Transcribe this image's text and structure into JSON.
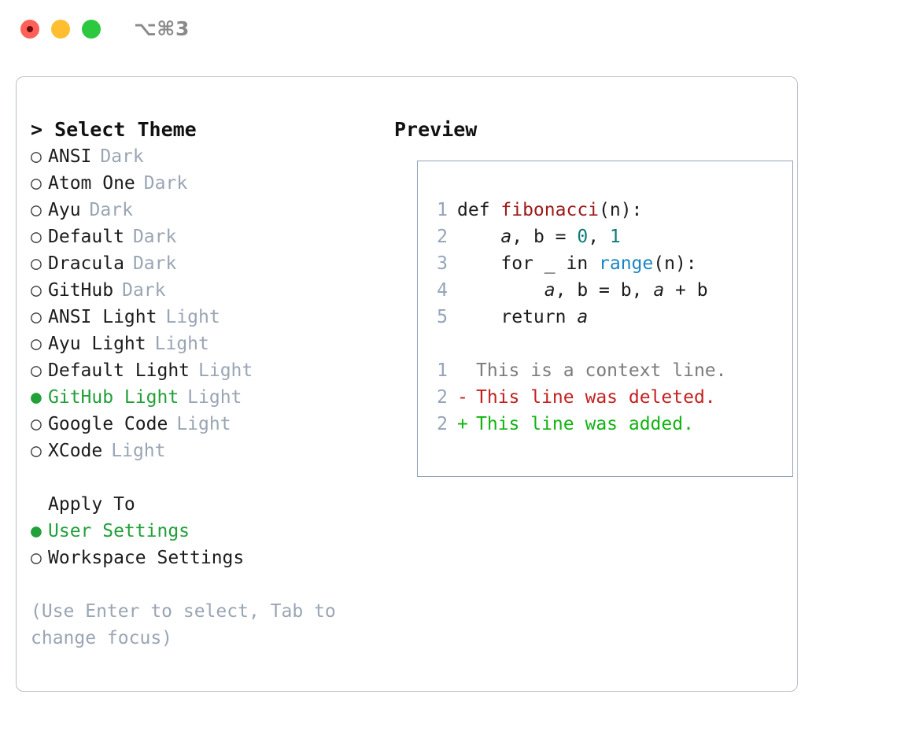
{
  "window": {
    "shortcut": "⌥⌘3",
    "traffic_lights": [
      {
        "name": "close",
        "color": "#ff6058",
        "recording": true
      },
      {
        "name": "minimize",
        "color": "#ffbe2f",
        "recording": false
      },
      {
        "name": "maximize",
        "color": "#2bc840",
        "recording": false
      }
    ]
  },
  "left": {
    "header": "> Select Theme",
    "themes": [
      {
        "bullet": "○",
        "name": "ANSI",
        "tag": "Dark",
        "selected": false
      },
      {
        "bullet": "○",
        "name": "Atom One",
        "tag": "Dark",
        "selected": false
      },
      {
        "bullet": "○",
        "name": "Ayu",
        "tag": "Dark",
        "selected": false
      },
      {
        "bullet": "○",
        "name": "Default",
        "tag": "Dark",
        "selected": false
      },
      {
        "bullet": "○",
        "name": "Dracula",
        "tag": "Dark",
        "selected": false
      },
      {
        "bullet": "○",
        "name": "GitHub",
        "tag": "Dark",
        "selected": false
      },
      {
        "bullet": "○",
        "name": "ANSI Light",
        "tag": "Light",
        "selected": false
      },
      {
        "bullet": "○",
        "name": "Ayu Light",
        "tag": "Light",
        "selected": false
      },
      {
        "bullet": "○",
        "name": "Default Light",
        "tag": "Light",
        "selected": false
      },
      {
        "bullet": "●",
        "name": "GitHub Light",
        "tag": "Light",
        "selected": true
      },
      {
        "bullet": "○",
        "name": "Google Code",
        "tag": "Light",
        "selected": false
      },
      {
        "bullet": "○",
        "name": "XCode",
        "tag": "Light",
        "selected": false
      }
    ],
    "apply_to": {
      "title": "Apply To",
      "options": [
        {
          "bullet": "●",
          "label": "User Settings",
          "selected": true
        },
        {
          "bullet": "○",
          "label": "Workspace Settings",
          "selected": false
        }
      ]
    },
    "help": "(Use Enter to select, Tab to change focus)"
  },
  "right": {
    "header": "Preview",
    "code": [
      {
        "lineno": "1",
        "tokens": [
          {
            "t": "def ",
            "c": "plain"
          },
          {
            "t": "fibonacci",
            "c": "fn"
          },
          {
            "t": "(n):",
            "c": "plain"
          }
        ]
      },
      {
        "lineno": "2",
        "tokens": [
          {
            "t": "    ",
            "c": "plain"
          },
          {
            "t": "a",
            "c": "var"
          },
          {
            "t": ", ",
            "c": "plain"
          },
          {
            "t": "b",
            "c": "plain"
          },
          {
            "t": " = ",
            "c": "plain"
          },
          {
            "t": "0",
            "c": "num"
          },
          {
            "t": ", ",
            "c": "plain"
          },
          {
            "t": "1",
            "c": "num"
          }
        ]
      },
      {
        "lineno": "3",
        "tokens": [
          {
            "t": "    for _ in ",
            "c": "plain"
          },
          {
            "t": "range",
            "c": "kwfn"
          },
          {
            "t": "(n):",
            "c": "plain"
          }
        ]
      },
      {
        "lineno": "4",
        "tokens": [
          {
            "t": "        ",
            "c": "plain"
          },
          {
            "t": "a",
            "c": "var"
          },
          {
            "t": ", ",
            "c": "plain"
          },
          {
            "t": "b",
            "c": "plain"
          },
          {
            "t": " = ",
            "c": "plain"
          },
          {
            "t": "b",
            "c": "plain"
          },
          {
            "t": ", ",
            "c": "plain"
          },
          {
            "t": "a",
            "c": "var"
          },
          {
            "t": " + ",
            "c": "plain"
          },
          {
            "t": "b",
            "c": "plain"
          }
        ]
      },
      {
        "lineno": "5",
        "tokens": [
          {
            "t": "    return ",
            "c": "plain"
          },
          {
            "t": "a",
            "c": "var"
          }
        ]
      }
    ],
    "diff": [
      {
        "lineno": "1",
        "sign": " ",
        "text": "This is a context line.",
        "kind": "context"
      },
      {
        "lineno": "2",
        "sign": "-",
        "text": "This line was deleted.",
        "kind": "del"
      },
      {
        "lineno": "2",
        "sign": "+",
        "text": "This line was added.",
        "kind": "add"
      }
    ]
  },
  "colors": {
    "accent_green": "#22a03a",
    "muted": "#9aa5b4",
    "border": "#b9c0cc",
    "preview_border": "#94a3b8",
    "token_function": "#9c1a1a",
    "token_number": "#0e7c77",
    "token_builtin": "#1886c4",
    "diff_add": "#12b312",
    "diff_del": "#c42020"
  }
}
